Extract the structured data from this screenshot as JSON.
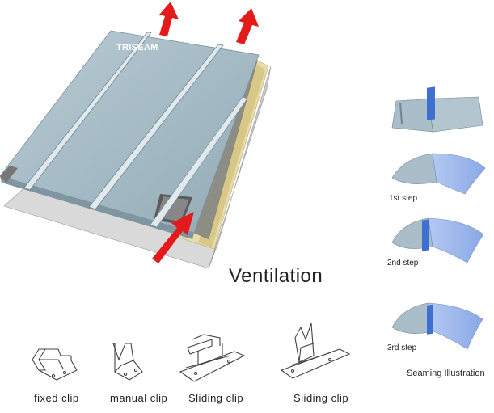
{
  "brand": "TRISEAM",
  "title": "Ventilation",
  "clips": [
    {
      "label": "fixed clip"
    },
    {
      "label": "manual clip"
    },
    {
      "label": "Sliding clip"
    },
    {
      "label": "Sliding clip"
    }
  ],
  "seaming": {
    "steps": [
      "1st step",
      "2nd step",
      "3rd step"
    ],
    "caption": "Seaming Illustration"
  },
  "colors": {
    "panel": "#a9bec8",
    "panel_dark": "#7f959f",
    "insulation": "#e8dcaa",
    "arrow": "#e31b1b",
    "seam_blue": "#3f6fd0",
    "sheet_blue": "#9bb7ec"
  }
}
